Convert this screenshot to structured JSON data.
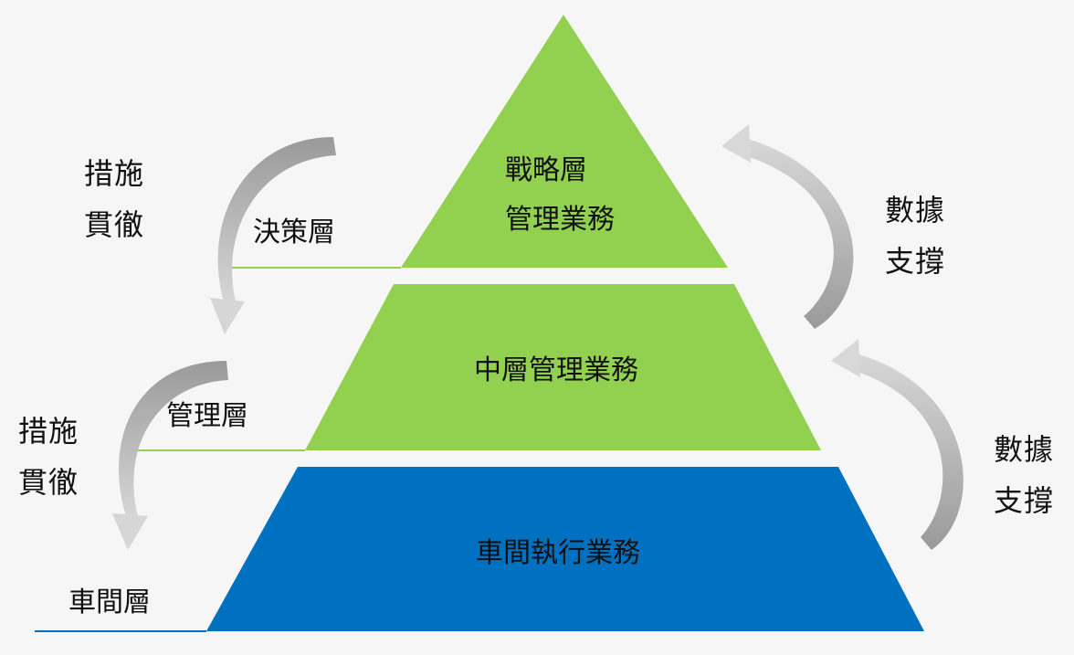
{
  "colors": {
    "background": "#f6f6f6",
    "green": "#92d050",
    "blue": "#0070c0",
    "arrow": "#b8b8b8",
    "text": "#111111"
  },
  "tiers": {
    "top": {
      "line1": "戰略層",
      "line2": "管理業務",
      "color": "#92d050"
    },
    "middle": {
      "label": "中層管理業務",
      "color": "#92d050"
    },
    "bottom": {
      "label": "車間執行業務",
      "color": "#0070c0"
    }
  },
  "layer_labels": {
    "decision": "決策層",
    "management": "管理層",
    "workshop": "車間層"
  },
  "left_notes": [
    {
      "line1": "措施",
      "line2": "貫徹"
    },
    {
      "line1": "措施",
      "line2": "貫徹"
    }
  ],
  "right_notes": [
    {
      "line1": "數據",
      "line2": "支撐"
    },
    {
      "line1": "數據",
      "line2": "支撐"
    }
  ]
}
